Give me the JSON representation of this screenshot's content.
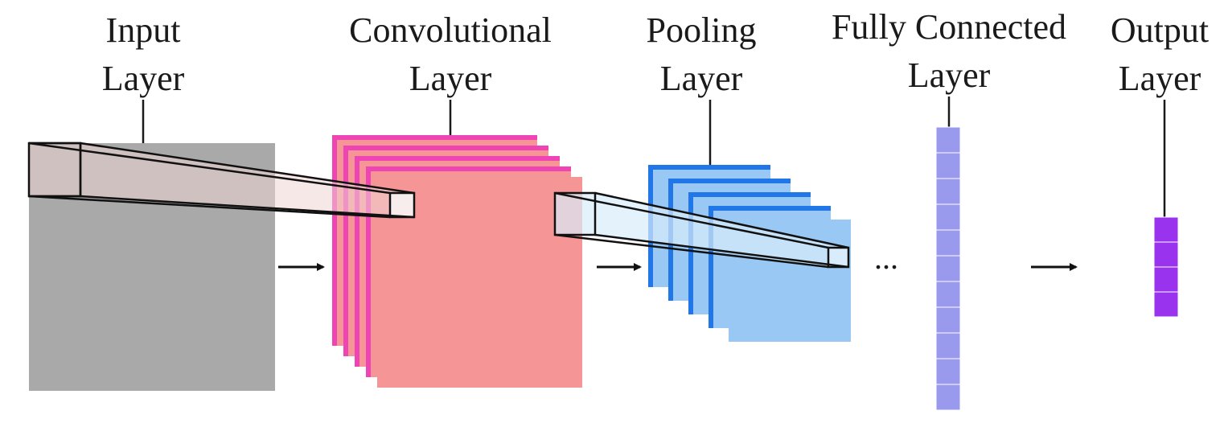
{
  "diagram": {
    "layers": {
      "input": {
        "line1": "Input",
        "line2": "Layer"
      },
      "convolutional": {
        "line1": "Convolutional",
        "line2": "Layer"
      },
      "pooling": {
        "line1": "Pooling",
        "line2": "Layer"
      },
      "fully_connected": {
        "line1": "Fully Connected",
        "line2": "Layer"
      },
      "output": {
        "line1": "Output",
        "line2": "Layer"
      }
    },
    "ellipsis": "...",
    "colors": {
      "input_map": "#a9a9a9",
      "conv_edge": "#ee44b4",
      "conv_face": "#f59595",
      "pool_edge": "#2277e8",
      "pool_face": "#99c8f4",
      "fc_cells": "#9999ee",
      "output_cells": "#9933ee",
      "receptive_field": "#f0d6d6",
      "pool_window": "#d9ecfb"
    }
  }
}
